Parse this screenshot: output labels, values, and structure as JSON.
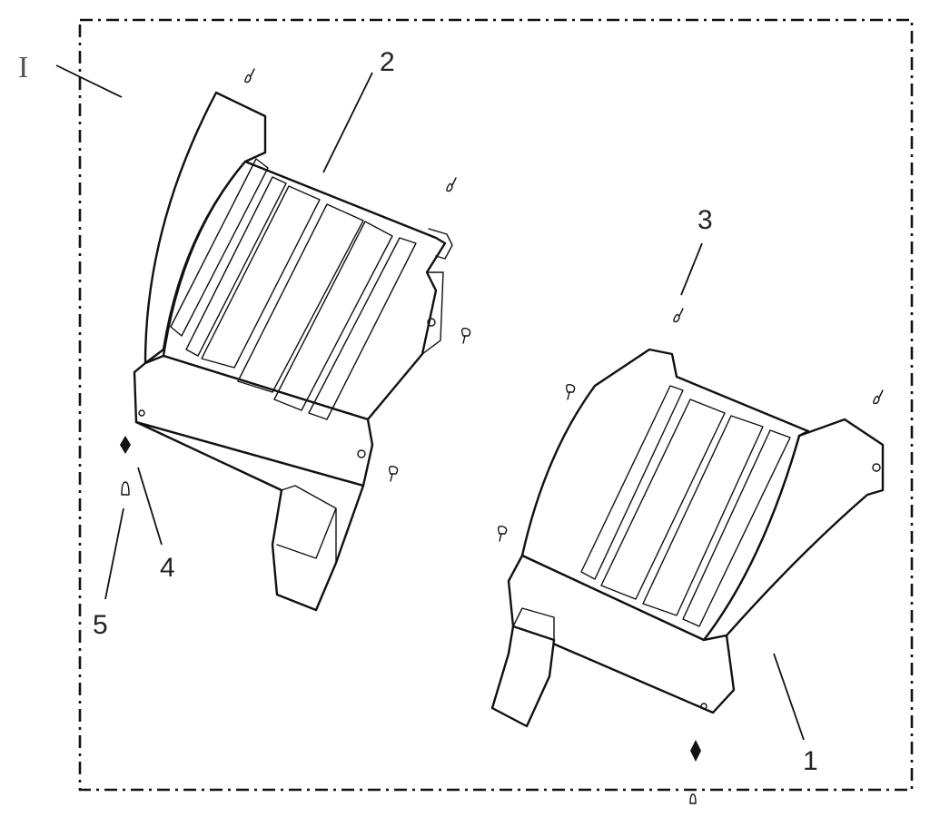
{
  "section_label": "I",
  "callouts": [
    {
      "id": "1",
      "label": "1"
    },
    {
      "id": "2",
      "label": "2"
    },
    {
      "id": "3",
      "label": "3"
    },
    {
      "id": "4",
      "label": "4"
    },
    {
      "id": "5",
      "label": "5"
    }
  ],
  "parts": [
    {
      "callout": "1",
      "icon": "footrest-panel-right"
    },
    {
      "callout": "2",
      "icon": "footrest-panel-left"
    },
    {
      "callout": "3",
      "icon": "screw-icon"
    },
    {
      "callout": "4",
      "icon": "clip-nut-icon"
    },
    {
      "callout": "5",
      "icon": "screw-icon"
    }
  ],
  "colors": {
    "line": "#111111",
    "background": "#ffffff",
    "label": "#555555"
  }
}
